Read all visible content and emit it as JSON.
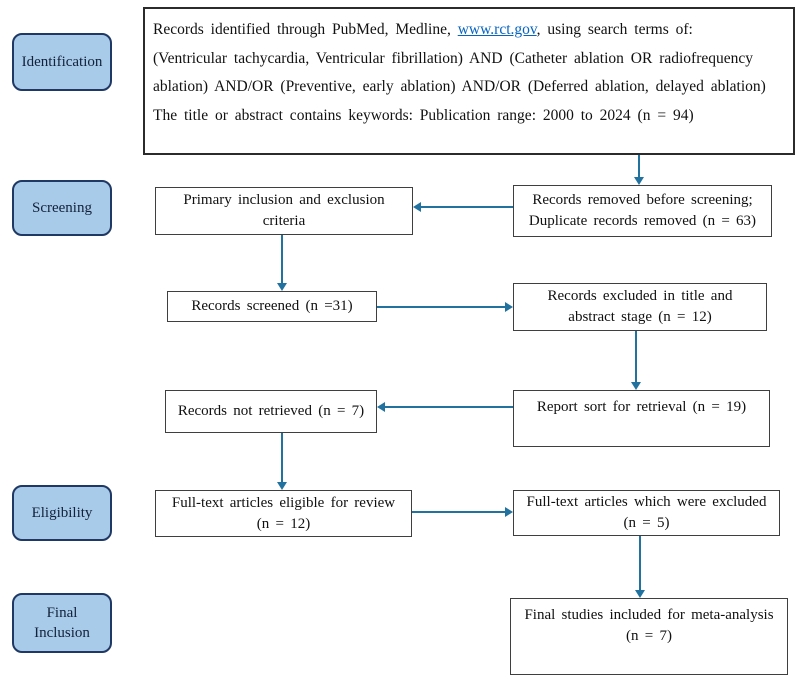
{
  "colors": {
    "arrow": "#2272A0",
    "stage_fill": "#A8CBE9",
    "stage_border": "#1F3864",
    "box_border": "#3F3F3F",
    "link": "#0563C1"
  },
  "stages": {
    "identification": "Identification",
    "screening": "Screening",
    "eligibility": "Eligibility",
    "final_inclusion_line1": "Final",
    "final_inclusion_line2": "Inclusion"
  },
  "boxes": {
    "identified": {
      "line1_prefix": "Records identified through PubMed, Medline, ",
      "line1_link": "www.rct.gov",
      "line1_suffix": ", using search terms of:",
      "line2": "(Ventricular tachycardia, Ventricular fibrillation) AND (Catheter ablation OR radiofrequency",
      "line3": "ablation) AND/OR (Preventive, early ablation) AND/OR (Deferred ablation, delayed ablation)",
      "line4": "The title or abstract contains keywords:  Publication range: 2000 to 2024 (n = 94)"
    },
    "primary_criteria": {
      "line1": "Primary inclusion and exclusion",
      "line2": "criteria"
    },
    "records_removed": {
      "line1": "Records removed before screening;",
      "line2": "Duplicate records removed (n = 63)"
    },
    "records_screened": {
      "line1": "Records screened (n =31)"
    },
    "records_excluded": {
      "line1": "Records excluded in title and",
      "line2": "abstract stage (n = 12)"
    },
    "records_not_retrieved": {
      "line1": "Records not retrieved  (n = 7)"
    },
    "report_sort": {
      "line1": "Report sort for retrieval  (n  = 19)"
    },
    "fulltext_eligible": {
      "line1": "Full-text articles eligible for review",
      "line2": "(n = 12)"
    },
    "fulltext_excluded": {
      "line1": "Full-text articles which were excluded",
      "line2": "(n = 5)"
    },
    "final_included": {
      "line1": "Final studies included for meta-analysis",
      "line2": "(n = 7)"
    }
  }
}
